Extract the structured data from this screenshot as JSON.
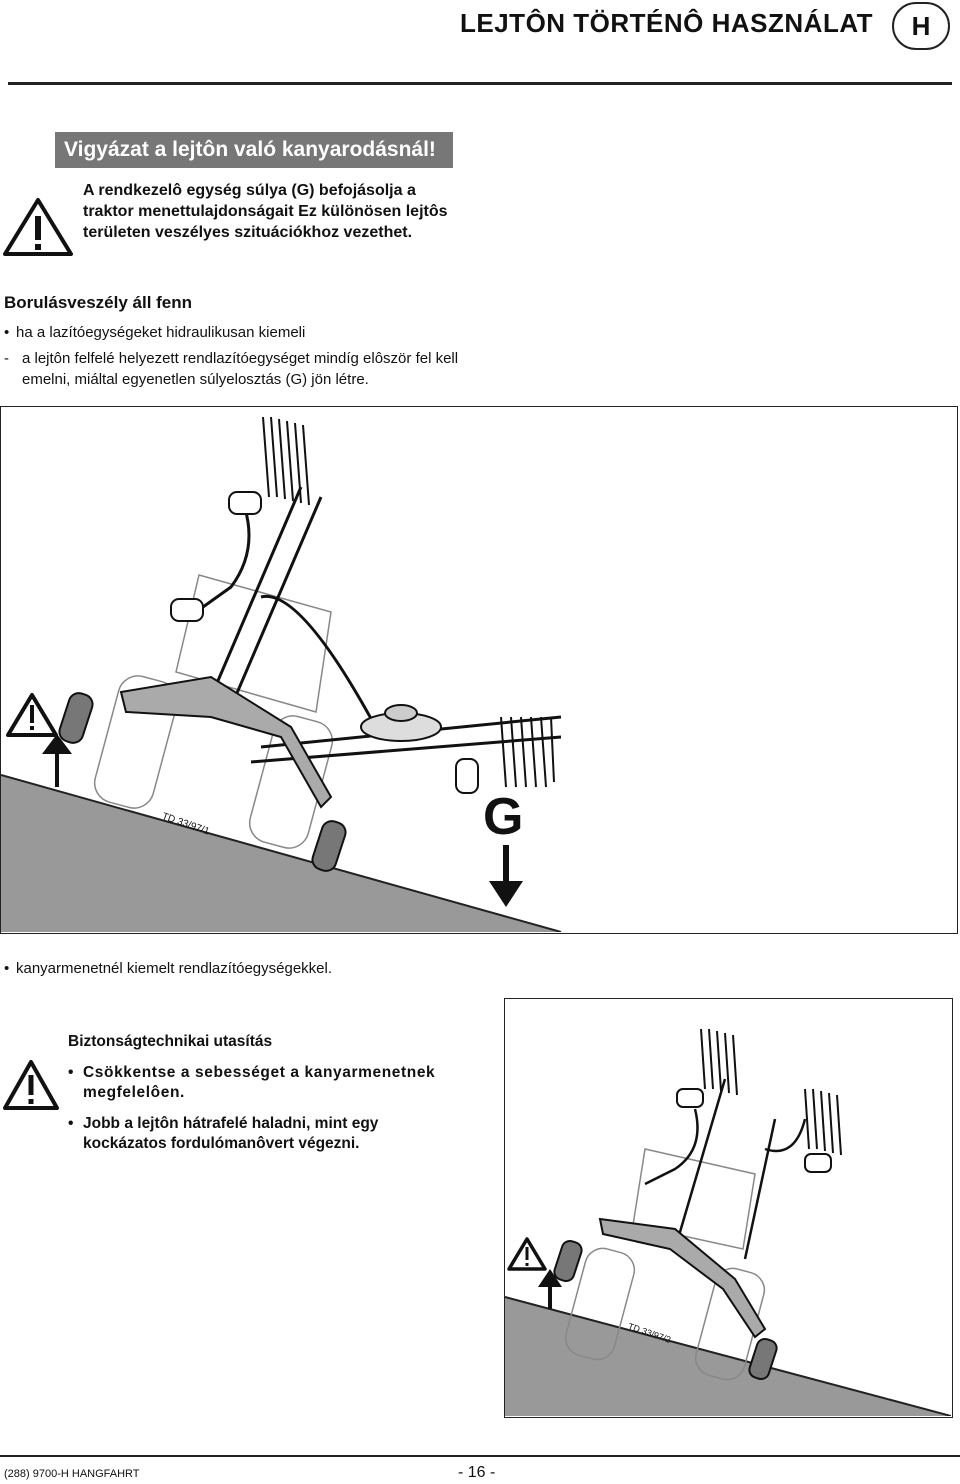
{
  "header": {
    "title": "LEJTÔN TÖRTÉNÔ HASZNÁLAT",
    "lang_badge": "H"
  },
  "warning": {
    "heading": "Vigyázat a lejtôn való kanyarodásnál!",
    "body": "A rendkezelô egység súlya (G) befojásolja a traktor menettulajdonságait Ez különösen lejtôs területen veszélyes szituációkhoz vezethet."
  },
  "section": {
    "title": "Borulásveszély áll fenn",
    "bullet_1": "ha a lazítóegységeket hidraulikusan kiemeli",
    "dash_1": "a lejtôn felfelé helyezett rendlazítóegységet mindíg elôször fel kell emelni, miáltal egyenetlen súlyelosztás (G) jön létre."
  },
  "figure_1": {
    "ref": "TD 33/97/1",
    "weight_label": "G",
    "caption": "kanyarmenetnél kiemelt rendlazítóegységekkel."
  },
  "safety": {
    "title": "Biztonságtechnikai utasítás",
    "item_1": "Csökkentse a sebességet a kanyarmenetnek megfelelôen.",
    "item_2": "Jobb a lejtôn hátrafelé haladni, mint egy kockázatos fordulómanôvert végezni."
  },
  "figure_2": {
    "ref": "TD 33/97/2"
  },
  "footer": {
    "code": "(288) 9700-H HANGFAHRT",
    "page": "- 16 -"
  },
  "icons": {
    "warning": "warning-triangle-icon",
    "arrow_up": "arrow-up-icon",
    "arrow_down": "arrow-down-icon"
  }
}
